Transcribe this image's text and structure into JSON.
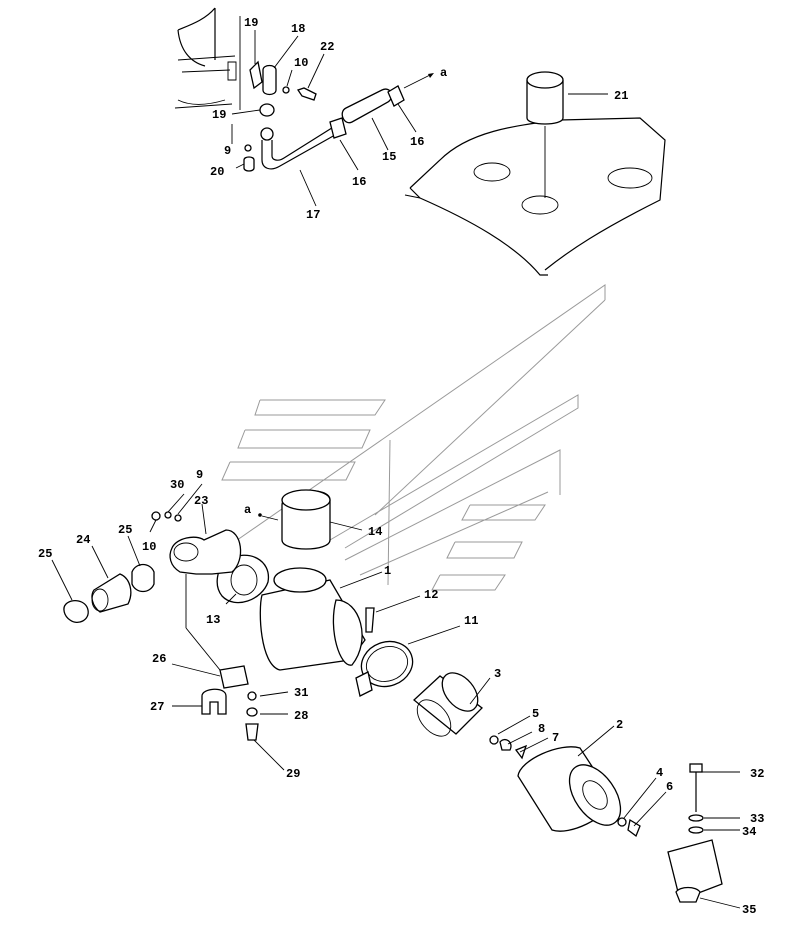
{
  "labels": {
    "l1": "1",
    "l2": "2",
    "l3": "3",
    "l4": "4",
    "l5": "5",
    "l6": "6",
    "l7": "7",
    "l8": "8",
    "l9a": "9",
    "l9b": "9",
    "l10a": "10",
    "l10b": "10",
    "l11": "11",
    "l12": "12",
    "l13": "13",
    "l14": "14",
    "l15": "15",
    "l16a": "16",
    "l16b": "16",
    "l17": "17",
    "l18": "18",
    "l19a": "19",
    "l19b": "19",
    "l20": "20",
    "l21": "21",
    "l22": "22",
    "l23": "23",
    "l24": "24",
    "l25a": "25",
    "l25b": "25",
    "l26": "26",
    "l27": "27",
    "l28": "28",
    "l29": "29",
    "l30": "30",
    "l31": "31",
    "l32": "32",
    "l33": "33",
    "l34": "34",
    "l35": "35",
    "ref_top": "a",
    "ref_mid": "a"
  }
}
